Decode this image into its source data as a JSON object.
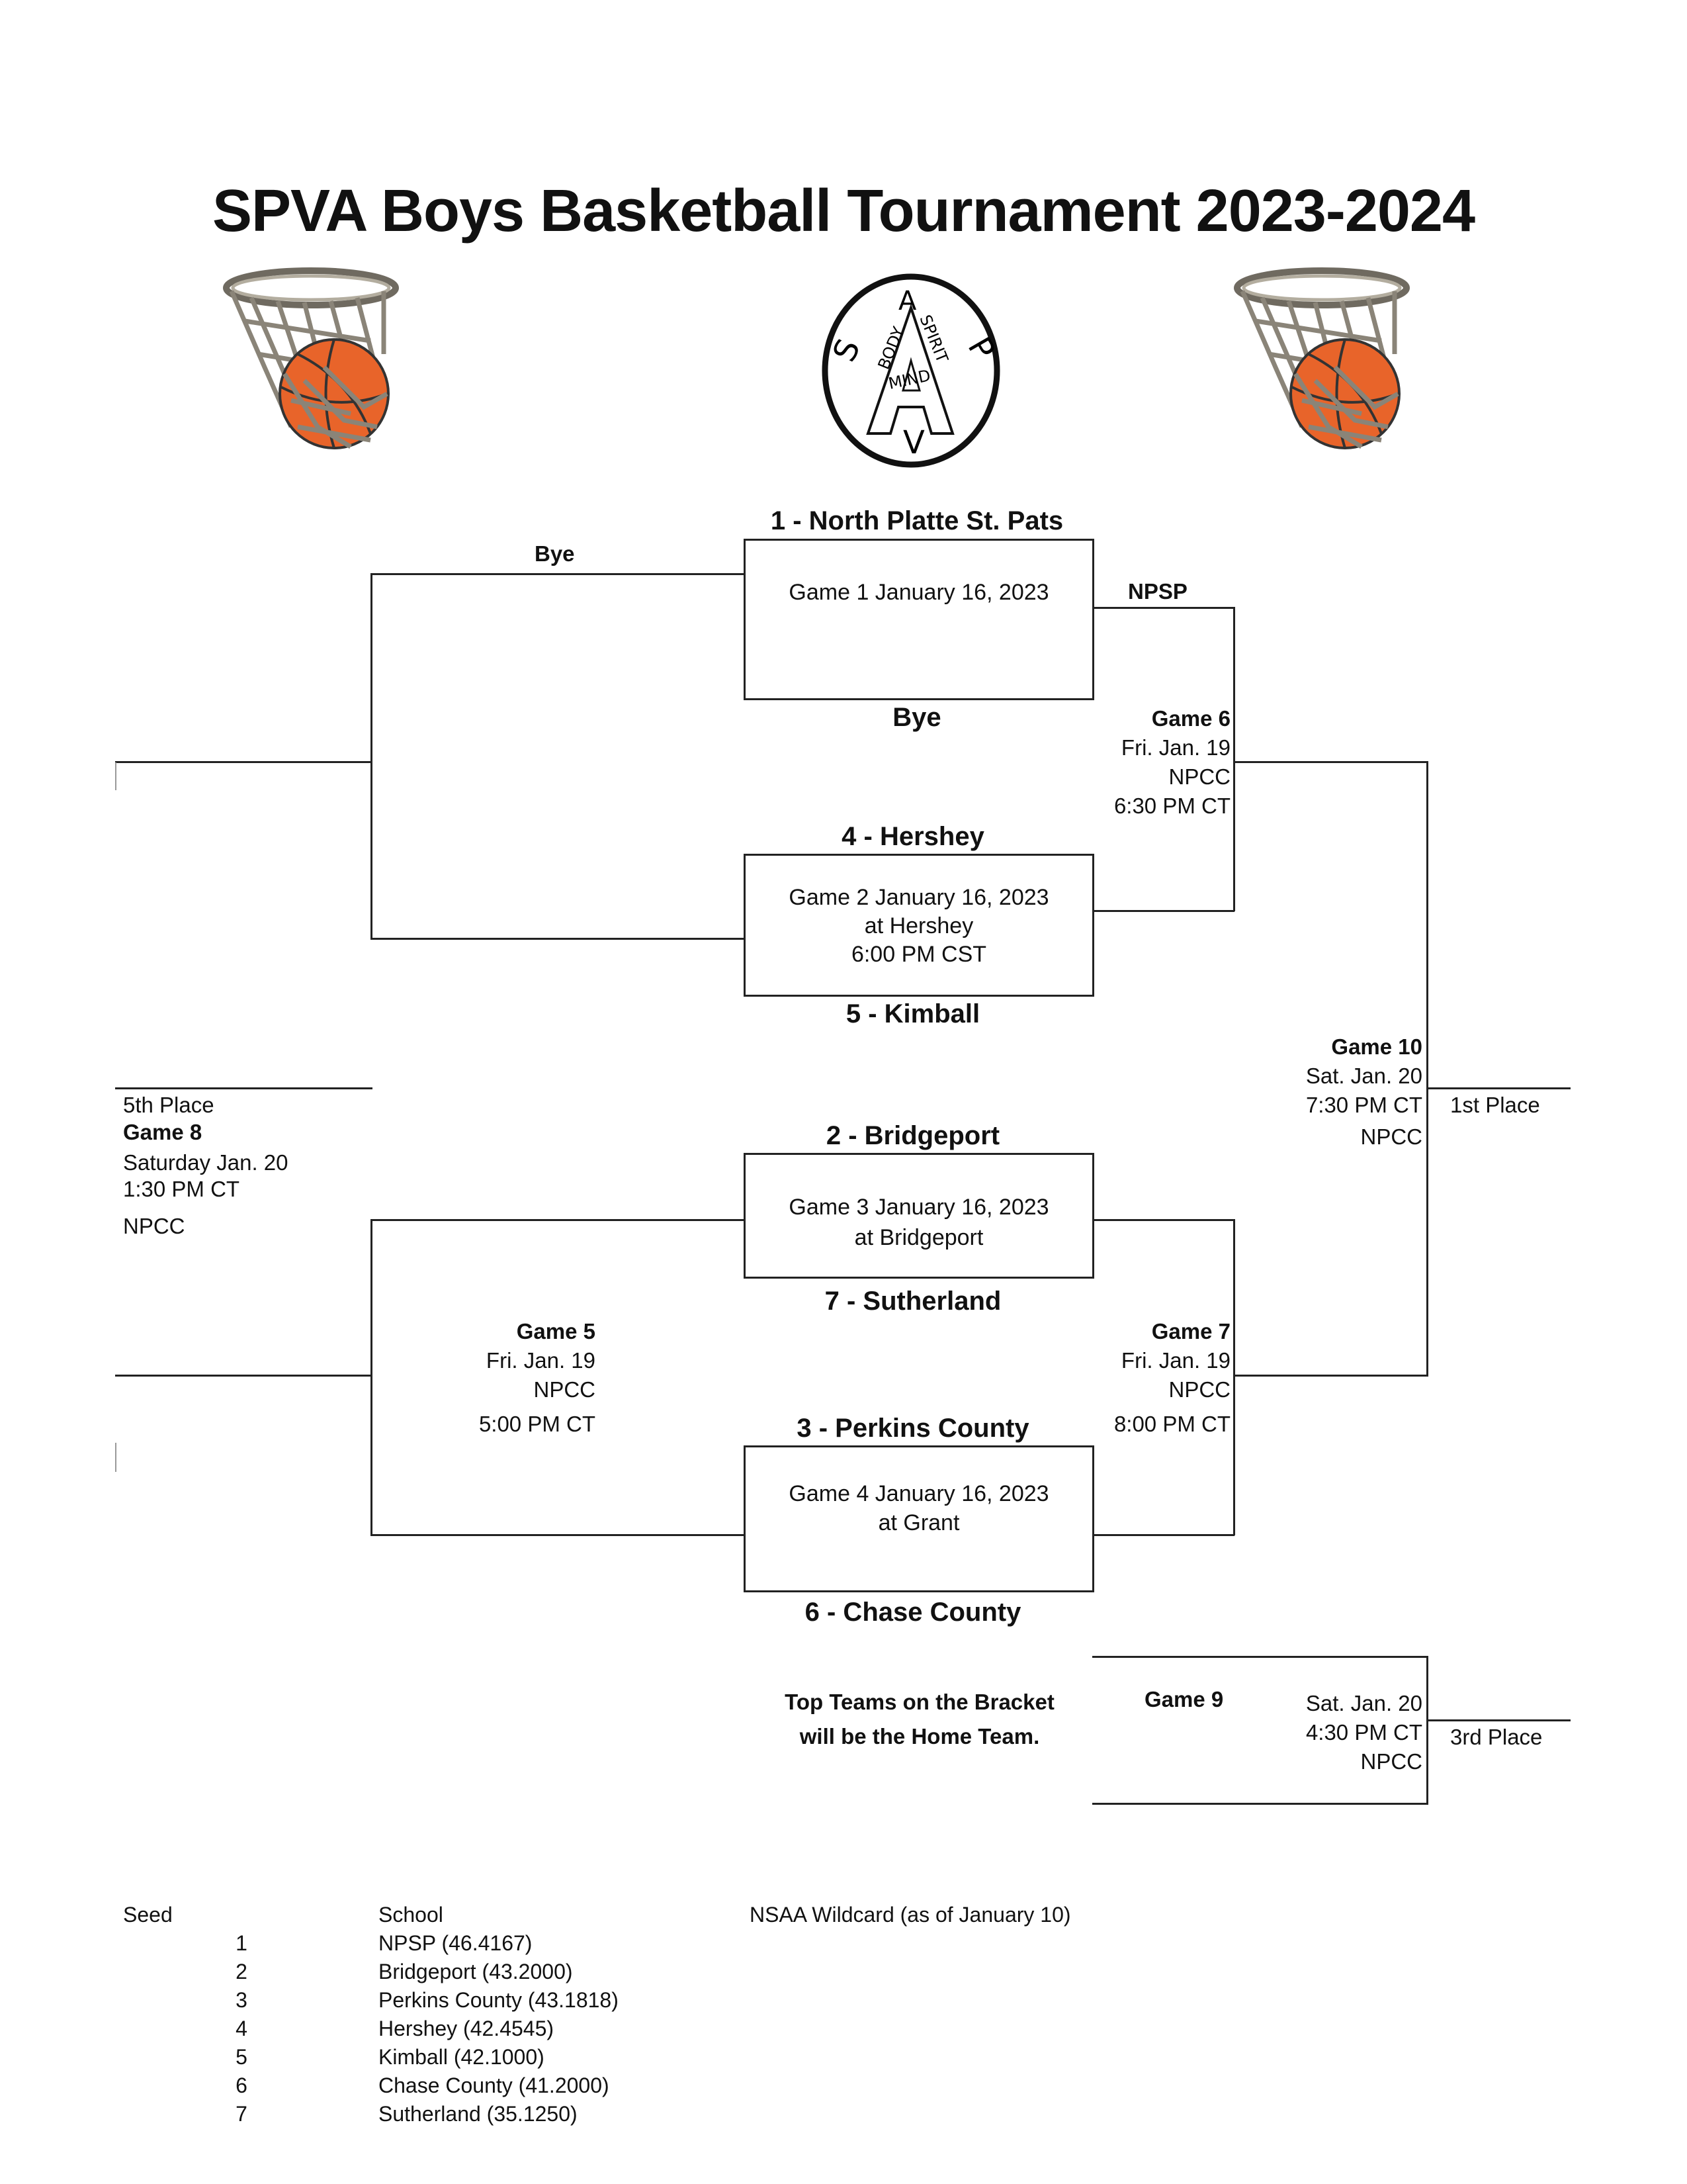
{
  "title": "SPVA Boys Basketball Tournament 2023-2024",
  "logo": {
    "letters": [
      "S",
      "P",
      "A",
      "V"
    ],
    "words": [
      "BODY",
      "SPIRIT",
      "MIND"
    ]
  },
  "teams": {
    "t1": "1 - North Platte St. Pats",
    "bye_center": "Bye",
    "t4": "4 - Hershey",
    "t5": "5 - Kimball",
    "t2": "2 - Bridgeport",
    "t7": "7 - Sutherland",
    "t3": "3 - Perkins County",
    "t6": "6 - Chase County"
  },
  "games": {
    "g1": {
      "line1": "Game 1 January 16, 2023"
    },
    "g2": {
      "line1": "Game 2 January 16, 2023",
      "line2": "at Hershey",
      "line3": "6:00 PM CST"
    },
    "g3": {
      "line1": "Game 3  January 16, 2023",
      "line2": "at Bridgeport"
    },
    "g4": {
      "line1": "Game 4 January 16, 2023",
      "line2": "at Grant"
    },
    "g5": {
      "name": "Game 5",
      "date": "Fri. Jan. 19",
      "place": "NPCC",
      "time": "5:00 PM CT"
    },
    "g6": {
      "name": "Game 6",
      "date": "Fri. Jan. 19",
      "place": "NPCC",
      "time": "6:30 PM CT"
    },
    "g7": {
      "name": "Game 7",
      "date": "Fri. Jan. 19",
      "place": "NPCC",
      "time": "8:00 PM CT"
    },
    "g8": {
      "place_label": "5th Place",
      "name": "Game 8",
      "date": "Saturday Jan. 20",
      "time": "1:30 PM CT",
      "place": "NPCC"
    },
    "g9": {
      "name": "Game 9",
      "date": "Sat. Jan. 20",
      "time": "4:30 PM CT",
      "place": "NPCC",
      "place_label": "3rd Place"
    },
    "g10": {
      "name": "Game 10",
      "date": "Sat. Jan. 20",
      "time": "7:30 PM CT",
      "place": "NPCC",
      "place_label": "1st Place"
    }
  },
  "bracket": {
    "bye_top": "Bye",
    "npsp": "NPSP"
  },
  "note": {
    "line1": "Top Teams on the Bracket",
    "line2": "will be the Home Team."
  },
  "seeds": {
    "header_seed": "Seed",
    "header_school": "School",
    "header_wildcard": "NSAA Wildcard (as of January 10)",
    "rows": [
      {
        "seed": "1",
        "school": "NPSP (46.4167)"
      },
      {
        "seed": "2",
        "school": "Bridgeport (43.2000)"
      },
      {
        "seed": "3",
        "school": "Perkins County (43.1818)"
      },
      {
        "seed": "4",
        "school": "Hershey (42.4545)"
      },
      {
        "seed": "5",
        "school": "Kimball (42.1000)"
      },
      {
        "seed": "6",
        "school": "Chase County (41.2000)"
      },
      {
        "seed": "7",
        "school": "Sutherland (35.1250)"
      }
    ]
  },
  "colors": {
    "ball": "#e8642a",
    "net": "#8a8478",
    "line": "#222222"
  }
}
